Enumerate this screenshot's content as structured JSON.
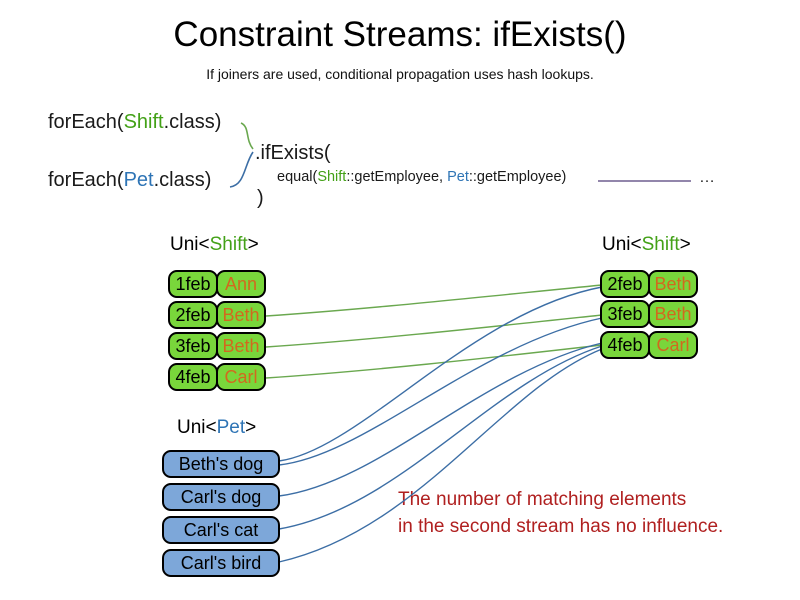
{
  "slide": {
    "title": "Constraint Streams: ifExists()",
    "subtitle": "If joiners are used, conditional propagation uses hash lookups."
  },
  "code": {
    "foreach_shift": {
      "prefix": "forEach(",
      "type": "Shift",
      "suffix": ".class)"
    },
    "foreach_pet": {
      "prefix": "forEach(",
      "type": "Pet",
      "suffix": ".class)"
    },
    "if_exists": ".ifExists(",
    "equal_joiner": {
      "prefix": "equal(",
      "shift_type": "Shift",
      "shift_method": "::getEmployee, ",
      "pet_type": "Pet",
      "pet_method": "::getEmployee)"
    },
    "close_paren": ")",
    "ellipsis": "…"
  },
  "left_shift_stream": {
    "label_prefix": "Uni<",
    "label_type": "Shift",
    "label_suffix": ">",
    "rows": [
      {
        "date": "1feb",
        "employee": "Ann"
      },
      {
        "date": "2feb",
        "employee": "Beth"
      },
      {
        "date": "3feb",
        "employee": "Beth"
      },
      {
        "date": "4feb",
        "employee": "Carl"
      }
    ]
  },
  "right_shift_stream": {
    "label_prefix": "Uni<",
    "label_type": "Shift",
    "label_suffix": ">",
    "rows": [
      {
        "date": "2feb",
        "employee": "Beth"
      },
      {
        "date": "3feb",
        "employee": "Beth"
      },
      {
        "date": "4feb",
        "employee": "Carl"
      }
    ]
  },
  "pet_stream": {
    "label_prefix": "Uni<",
    "label_type": "Pet",
    "label_suffix": ">",
    "rows": [
      {
        "pet": "Beth's dog"
      },
      {
        "pet": "Carl's dog"
      },
      {
        "pet": "Carl's cat"
      },
      {
        "pet": "Carl's bird"
      }
    ]
  },
  "note": {
    "line1": "The number of matching elements",
    "line2": "in the second stream has no influence."
  },
  "colors": {
    "shift_type_text": "#43a117",
    "pet_type_text": "#2e74b5",
    "employee_text": "#d2691e",
    "shift_box_fill": "#79d63b",
    "pet_box_fill": "#7da7d9",
    "note_text": "#b02020",
    "shift_connector": "#6aa84f",
    "pet_connector": "#3c6ea5",
    "joiner_line": "#6f5e8f"
  }
}
